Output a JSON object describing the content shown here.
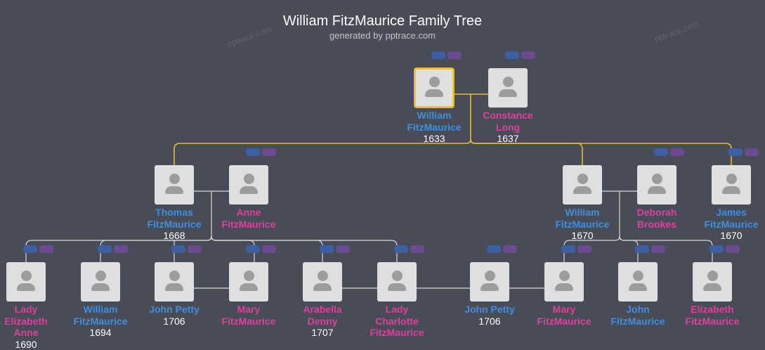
{
  "header": {
    "title": "William FitzMaurice Family Tree",
    "subtitle": "generated by pptrace.com"
  },
  "watermark": "pptrace.com",
  "colors": {
    "background": "#474c56",
    "male": "#3f8ee0",
    "female": "#e13ea0",
    "root_border": "#f0c040",
    "link_root": "#e6b93a",
    "link": "#d8d8d8",
    "pill_blue": "#3c5fa6",
    "pill_purple": "#6b4a92"
  },
  "people": [
    {
      "id": "william_1633",
      "name": [
        "William",
        "FitzMaurice"
      ],
      "year": "1633",
      "gender": "male",
      "root": true
    },
    {
      "id": "constance",
      "name": [
        "Constance",
        "Long"
      ],
      "year": "1637",
      "gender": "female"
    },
    {
      "id": "thomas",
      "name": [
        "Thomas",
        "FitzMaurice"
      ],
      "year": "1668",
      "gender": "male"
    },
    {
      "id": "anne",
      "name": [
        "Anne",
        "FitzMaurice"
      ],
      "year": "",
      "gender": "female"
    },
    {
      "id": "william_1670",
      "name": [
        "William",
        "FitzMaurice"
      ],
      "year": "1670",
      "gender": "male"
    },
    {
      "id": "deborah",
      "name": [
        "Deborah",
        "Brookes"
      ],
      "year": "",
      "gender": "female"
    },
    {
      "id": "james",
      "name": [
        "James",
        "FitzMaurice"
      ],
      "year": "1670",
      "gender": "male"
    },
    {
      "id": "lady_elizabeth",
      "name": [
        "Lady",
        "Elizabeth",
        "Anne"
      ],
      "year": "1690",
      "gender": "female"
    },
    {
      "id": "william_1694",
      "name": [
        "William",
        "FitzMaurice"
      ],
      "year": "1694",
      "gender": "male"
    },
    {
      "id": "john_petty_a",
      "name": [
        "John Petty"
      ],
      "year": "1706",
      "gender": "male"
    },
    {
      "id": "mary_a",
      "name": [
        "Mary",
        "FitzMaurice"
      ],
      "year": "",
      "gender": "female"
    },
    {
      "id": "arabella",
      "name": [
        "Arabella",
        "Denny"
      ],
      "year": "1707",
      "gender": "female"
    },
    {
      "id": "lady_charlotte",
      "name": [
        "Lady",
        "Charlotte",
        "FitzMaurice"
      ],
      "year": "",
      "gender": "female"
    },
    {
      "id": "john_petty_b",
      "name": [
        "John Petty"
      ],
      "year": "1706",
      "gender": "male"
    },
    {
      "id": "mary_b",
      "name": [
        "Mary",
        "FitzMaurice"
      ],
      "year": "",
      "gender": "female"
    },
    {
      "id": "john_b",
      "name": [
        "John",
        "FitzMaurice"
      ],
      "year": "",
      "gender": "male"
    },
    {
      "id": "elizabeth_b",
      "name": [
        "Elizabeth",
        "FitzMaurice"
      ],
      "year": "",
      "gender": "female"
    }
  ]
}
